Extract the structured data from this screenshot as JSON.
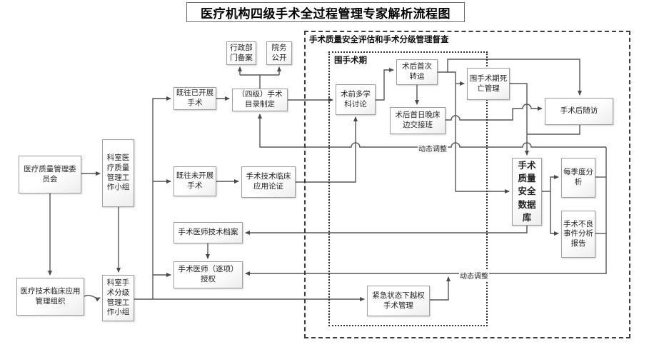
{
  "title": "医疗机构四级手术全过程管理专家解析流程图",
  "regions": {
    "outer_label": "手术质量安全评估和手术分级管理督查",
    "inner_label": "围手术期"
  },
  "line_labels": {
    "dynamic_adjust_1": "动态调整",
    "dynamic_adjust_2": "动态调整"
  },
  "nodes": {
    "committee": {
      "label": "医疗质量管理委员会"
    },
    "dept_quality_group": {
      "label": "科室医疗质量管理工作小组"
    },
    "med_tech_org": {
      "label": "医疗技术临床应用管理组织"
    },
    "dept_grading_group": {
      "label": "科室手术分级管理工作小组"
    },
    "prev_done": {
      "label": "既往已开展手术"
    },
    "prev_not_done": {
      "label": "既往未开展手术"
    },
    "catalog": {
      "label": "（四级）手术目录制定"
    },
    "admin_record": {
      "label": "行政部门备案"
    },
    "hosp_open": {
      "label": "院务公开"
    },
    "tech_demo": {
      "label": "手术技术临床应用论证"
    },
    "surgeon_archive": {
      "label": "手术医师技术档案"
    },
    "surgeon_auth": {
      "label": "手术医师（逐项）授权"
    },
    "pre_op_mdt": {
      "label": "术前多学科讨论"
    },
    "post_transfer": {
      "label": "术后首次转运"
    },
    "post_handover": {
      "label": "术后首日晚床边交接班"
    },
    "periop_death": {
      "label": "围手术期死亡管理"
    },
    "follow_up": {
      "label": "手术后随访"
    },
    "database": {
      "label": "手术质量安全数据库"
    },
    "quarterly": {
      "label": "每季度分析"
    },
    "adverse_report": {
      "label": "手术不良事件分析报告"
    },
    "emergency": {
      "label": "紧急状态下越权手术管理"
    }
  },
  "colors": {
    "line": "#565656",
    "box_border": "#9e9e9e",
    "dashed_border": "#3d3d3d",
    "text": "#1a1a1a"
  }
}
